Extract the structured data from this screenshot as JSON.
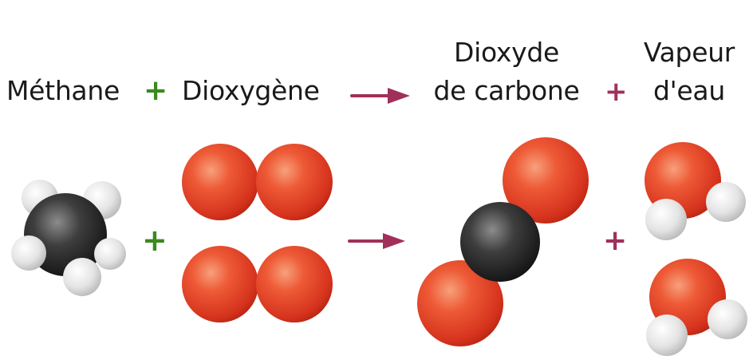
{
  "equation": {
    "methane": "Méthane",
    "plus_1": "+",
    "dioxygen": "Dioxygène",
    "co2_line1": "Dioxyde",
    "co2_line2": "de carbone",
    "plus_2": "+",
    "water_line1": "Vapeur",
    "water_line2": "d'eau"
  },
  "molecules": {
    "plus_1": "+",
    "plus_2": "+"
  },
  "colors": {
    "text": "#1a1a1a",
    "plus_reactants": "#3a8a1e",
    "arrow_and_plus_products": "#a0305a",
    "oxygen_atom": "#e8432a",
    "carbon_atom": "#2a2a2a",
    "hydrogen_atom": "#e6e6e6"
  }
}
